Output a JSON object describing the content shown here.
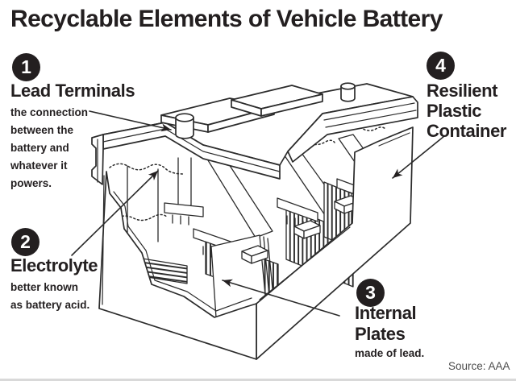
{
  "title": "Recyclable Elements of Vehicle Battery",
  "source_credit": "Source: AAA",
  "colors": {
    "ink": "#231f20",
    "line_art": "#2b2b2b",
    "badge_background": "#231f20",
    "badge_number": "#ffffff",
    "source_text": "#4c4c4c",
    "background": "#ffffff"
  },
  "illustration": {
    "subject": "vehicle-battery-cutaway-line-drawing"
  },
  "callouts": [
    {
      "number": "1",
      "label": "Lead Terminals",
      "description": "the connection\nbetween the\nbattery and\nwhatever it\npowers."
    },
    {
      "number": "2",
      "label": "Electrolyte",
      "description": "better known\nas battery acid."
    },
    {
      "number": "3",
      "label": "Internal\nPlates",
      "description": "made of lead."
    },
    {
      "number": "4",
      "label": "Resilient\nPlastic\nContainer",
      "description": ""
    }
  ]
}
